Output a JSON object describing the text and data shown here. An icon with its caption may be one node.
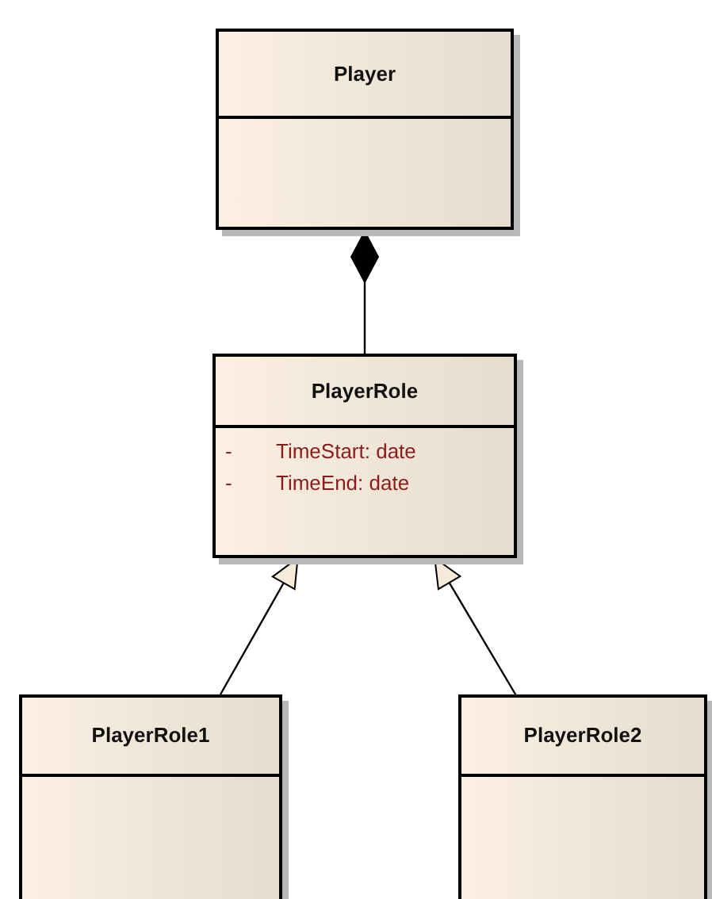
{
  "diagram": {
    "nodes": [
      {
        "text": [
          "Player"
        ]
      },
      {
        "text": [
          "PlayerRole",
          "-",
          "TimeStart: date",
          "-",
          "TimeEnd: date"
        ]
      },
      {
        "text": [
          "PlayerRole1"
        ]
      },
      {
        "text": [
          "PlayerRole2"
        ]
      }
    ],
    "edges": [
      {
        "from": 0,
        "to": 1,
        "arrow": "other"
      },
      {
        "from": 2,
        "to": 1,
        "arrow": "to"
      },
      {
        "from": 3,
        "to": 1,
        "arrow": "to"
      }
    ]
  }
}
